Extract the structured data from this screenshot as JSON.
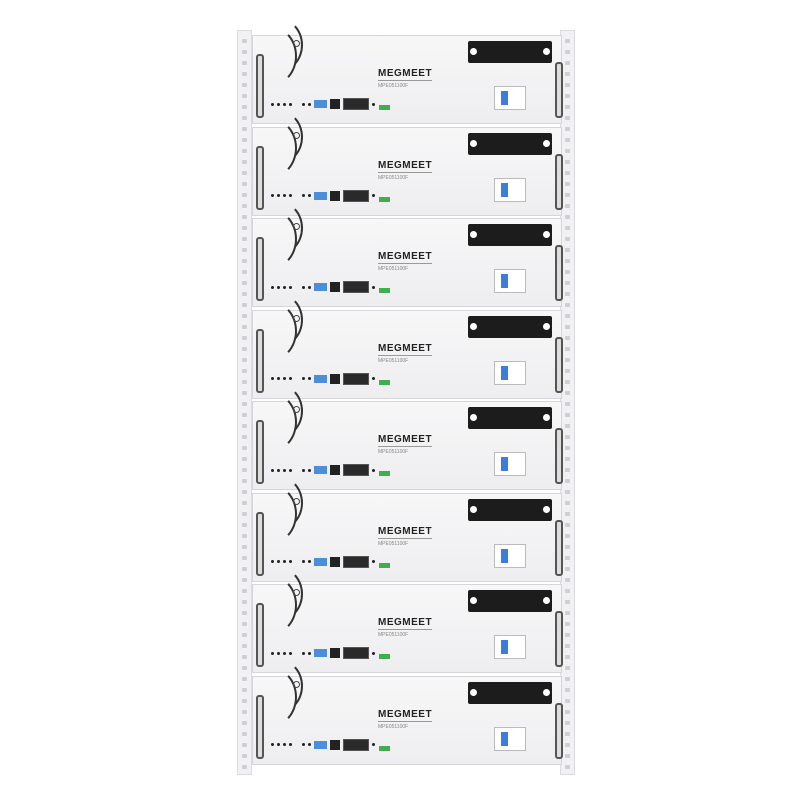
{
  "product": {
    "brand": "MEGMEET",
    "module_count": 8,
    "modules": [
      {
        "brand": "MEGMEET",
        "model": "MPE051100F"
      },
      {
        "brand": "MEGMEET",
        "model": "MPE051100F"
      },
      {
        "brand": "MEGMEET",
        "model": "MPE051100F"
      },
      {
        "brand": "MEGMEET",
        "model": "MPE051100F"
      },
      {
        "brand": "MEGMEET",
        "model": "MPE051100F"
      },
      {
        "brand": "MEGMEET",
        "model": "MPE051100F"
      },
      {
        "brand": "MEGMEET",
        "model": "MPE051100F"
      },
      {
        "brand": "MEGMEET",
        "model": "MPE051100F"
      }
    ]
  }
}
